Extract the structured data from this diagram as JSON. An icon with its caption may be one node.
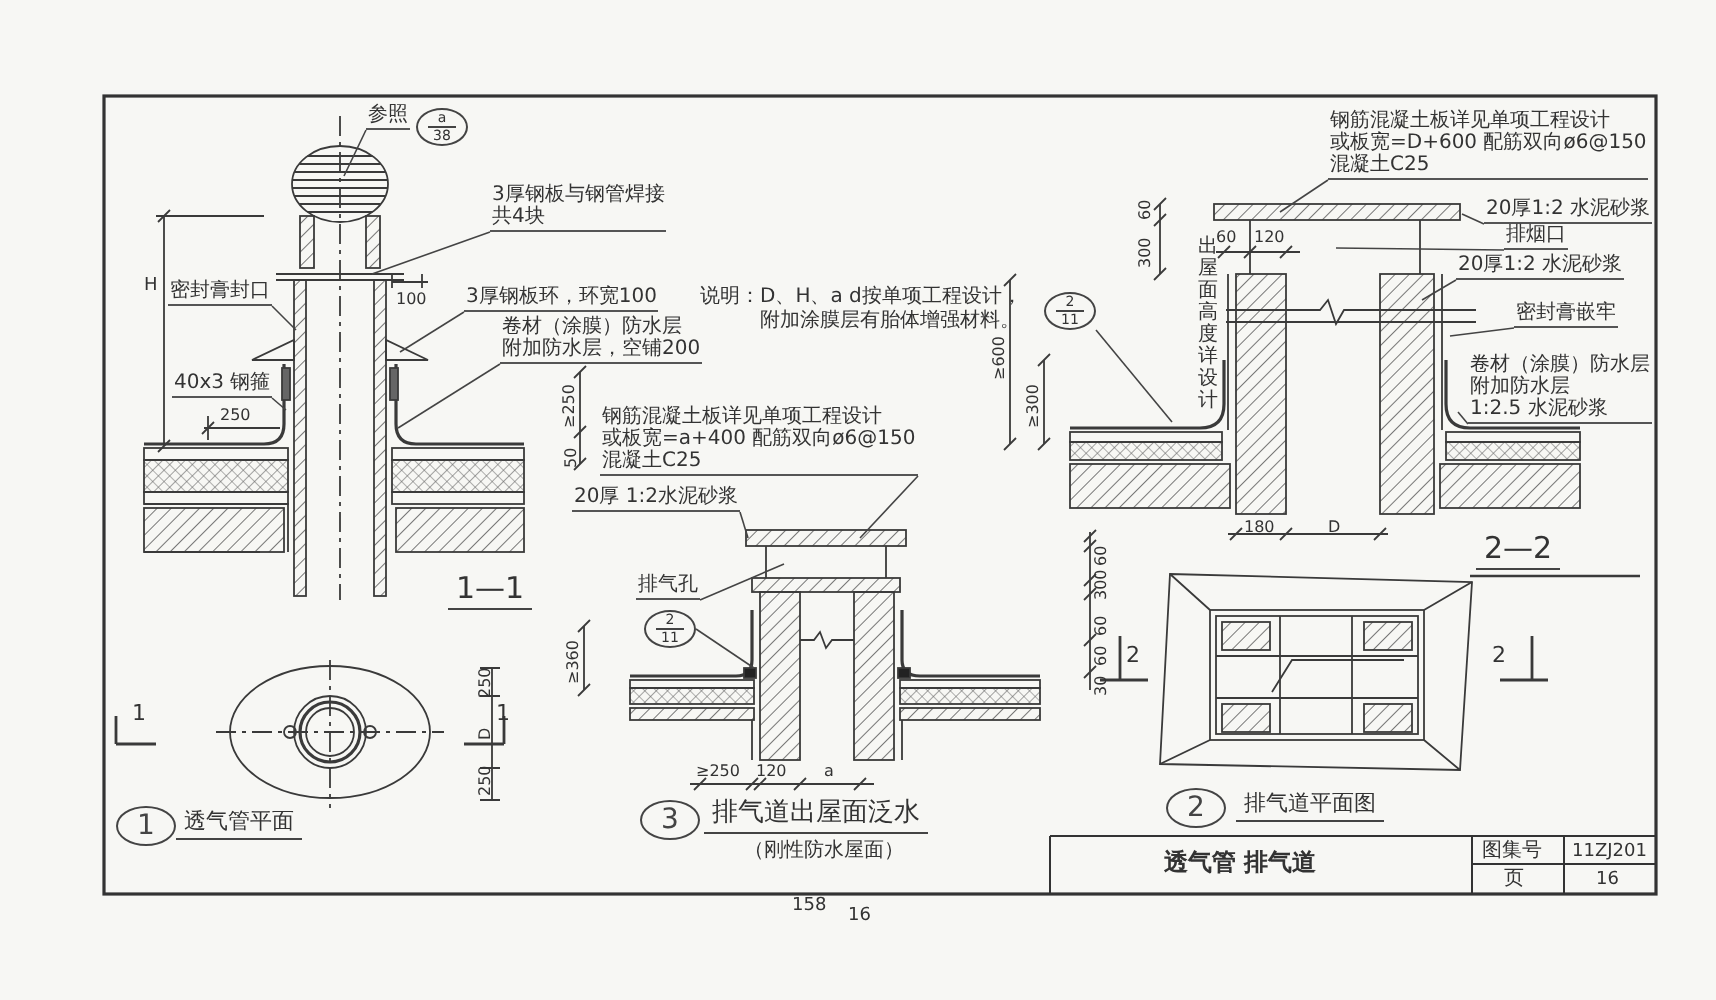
{
  "diagram": {
    "nodes": [
      {
        "text": [
          "参照"
        ]
      },
      {
        "text": [
          "a",
          "38"
        ]
      },
      {
        "text": [
          "3厚钢板与钢管焊接",
          "共4块"
        ]
      },
      {
        "text": [
          "3厚钢板环，环宽100"
        ]
      },
      {
        "text": [
          "卷材（涂膜）防水层",
          "附加防水层，空铺200"
        ]
      },
      {
        "text": [
          "密封膏封口"
        ]
      },
      {
        "text": [
          "40x3 钢箍"
        ]
      },
      {
        "text": [
          "2",
          "11"
        ]
      },
      {
        "text": [
          "钢筋混凝土板详见单项工程设计",
          "或板宽=D+600 配筋双向ø6@150",
          "混凝土C25"
        ]
      },
      {
        "text": [
          "20厚1:2 水泥砂浆"
        ]
      },
      {
        "text": [
          "排烟口"
        ]
      },
      {
        "text": [
          "20厚1:2 水泥砂浆"
        ]
      },
      {
        "text": [
          "密封膏嵌牢"
        ]
      },
      {
        "text": [
          "卷材（涂膜）防水层",
          "附加防水层",
          "1:2.5 水泥砂浆"
        ]
      },
      {
        "text": [
          "20厚 1:2水泥砂浆"
        ]
      },
      {
        "text": [
          "钢筋混凝土板详见单项工程设计",
          "或板宽=a+400 配筋双向ø6@150",
          "混凝土C25"
        ]
      },
      {
        "text": [
          "排气孔"
        ]
      },
      {
        "text": [
          "2",
          "11"
        ]
      },
      {
        "text": [
          "1"
        ],
        "beside": [
          "透气管平面"
        ]
      },
      {
        "text": [
          "3"
        ],
        "beside": [
          "排气道出屋面泛水",
          "（刚性防水屋面）"
        ]
      },
      {
        "text": [
          "2"
        ],
        "beside": [
          "排气道平面图"
        ]
      }
    ],
    "edges": [
      {
        "from": 0,
        "to": null,
        "arrow": "none"
      },
      {
        "from": 2,
        "to": null,
        "arrow": "none"
      },
      {
        "from": 3,
        "to": null,
        "arrow": "none"
      },
      {
        "from": 4,
        "to": null,
        "arrow": "none"
      },
      {
        "from": 5,
        "to": null,
        "arrow": "none"
      },
      {
        "from": 6,
        "to": null,
        "arrow": "none"
      },
      {
        "from": 7,
        "to": null,
        "arrow": "none"
      },
      {
        "from": 8,
        "to": null,
        "arrow": "none"
      },
      {
        "from": 9,
        "to": null,
        "arrow": "none"
      },
      {
        "from": 10,
        "to": null,
        "arrow": "none"
      },
      {
        "from": 11,
        "to": null,
        "arrow": "none"
      },
      {
        "from": 12,
        "to": null,
        "arrow": "none"
      },
      {
        "from": 13,
        "to": null,
        "arrow": "none"
      },
      {
        "from": 14,
        "to": null,
        "arrow": "none"
      },
      {
        "from": 15,
        "to": null,
        "arrow": "none"
      },
      {
        "from": 16,
        "to": null,
        "arrow": "none"
      },
      {
        "from": 17,
        "to": null,
        "arrow": "none"
      }
    ],
    "labels": [
      "H",
      "100",
      "250",
      "≥250",
      "50",
      "说明：D、H、a d按单项工程设计，附加涂膜层有胎体增强材料。",
      "1—1",
      "1",
      "1",
      "250",
      "D",
      "250",
      "60",
      "300",
      "≥600",
      "≥300",
      "60",
      "120",
      "出屋面高度详设计",
      "180",
      "D",
      "2—2",
      "≥360",
      "60",
      "300",
      "60",
      "60",
      "30",
      "≥250",
      "120",
      "a",
      "2",
      "2",
      "透气管 排气道",
      "图集号",
      "11ZJ201",
      "页",
      "16",
      "158",
      "16"
    ]
  }
}
